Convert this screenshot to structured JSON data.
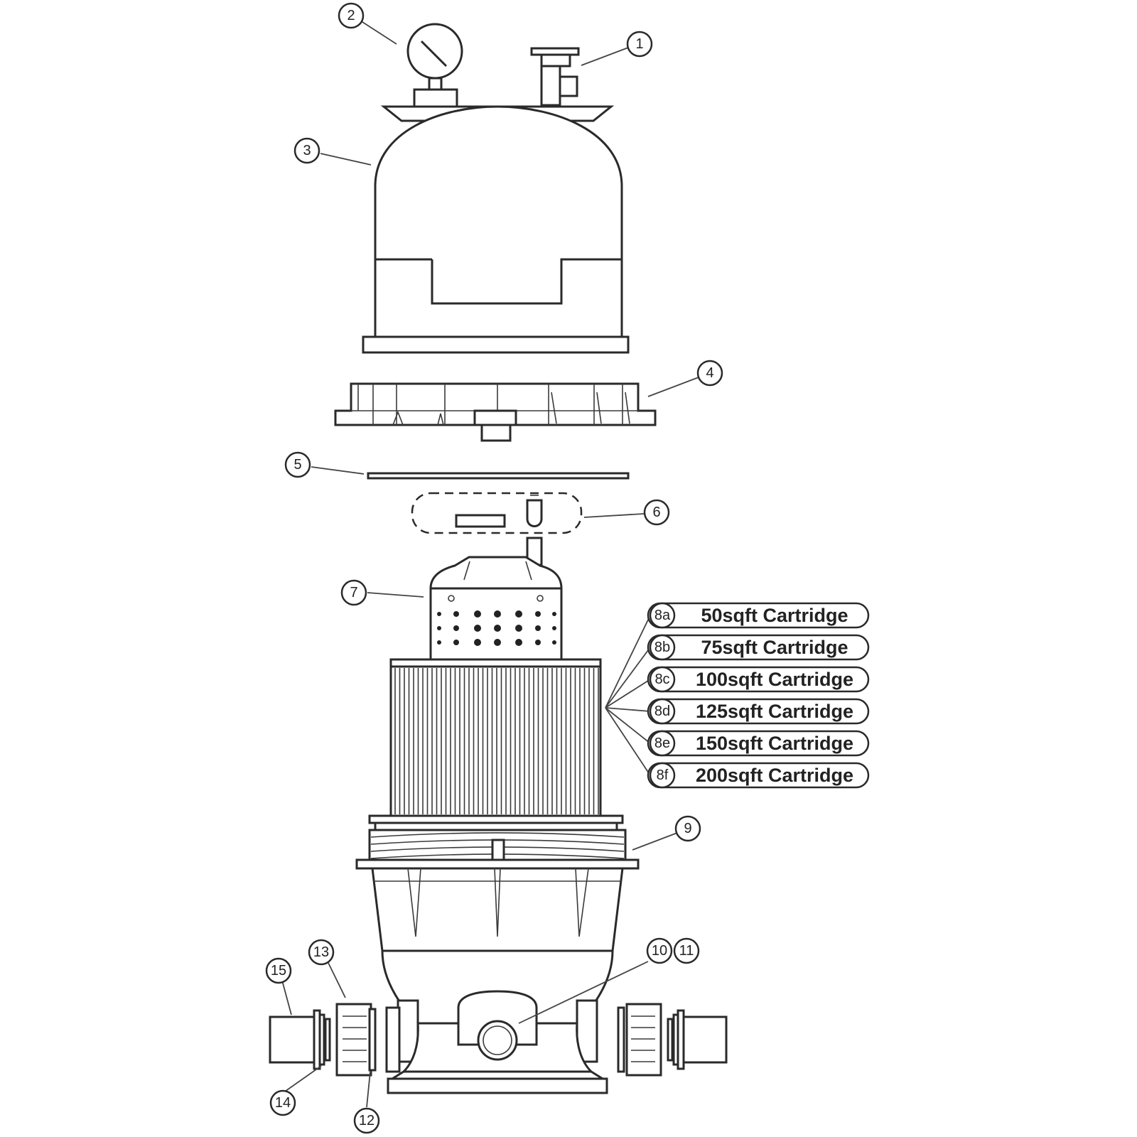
{
  "callouts": {
    "c1": "1",
    "c2": "2",
    "c3": "3",
    "c4": "4",
    "c5": "5",
    "c6": "6",
    "c7": "7",
    "c9": "9",
    "c10": "10",
    "c11": "11",
    "c12": "12",
    "c13": "13",
    "c14": "14",
    "c15": "15"
  },
  "cartridges": [
    {
      "code": "8a",
      "label": "50sqft Cartridge"
    },
    {
      "code": "8b",
      "label": "75sqft Cartridge"
    },
    {
      "code": "8c",
      "label": "100sqft Cartridge"
    },
    {
      "code": "8d",
      "label": "125sqft Cartridge"
    },
    {
      "code": "8e",
      "label": "150sqft Cartridge"
    },
    {
      "code": "8f",
      "label": "200sqft Cartridge"
    }
  ]
}
